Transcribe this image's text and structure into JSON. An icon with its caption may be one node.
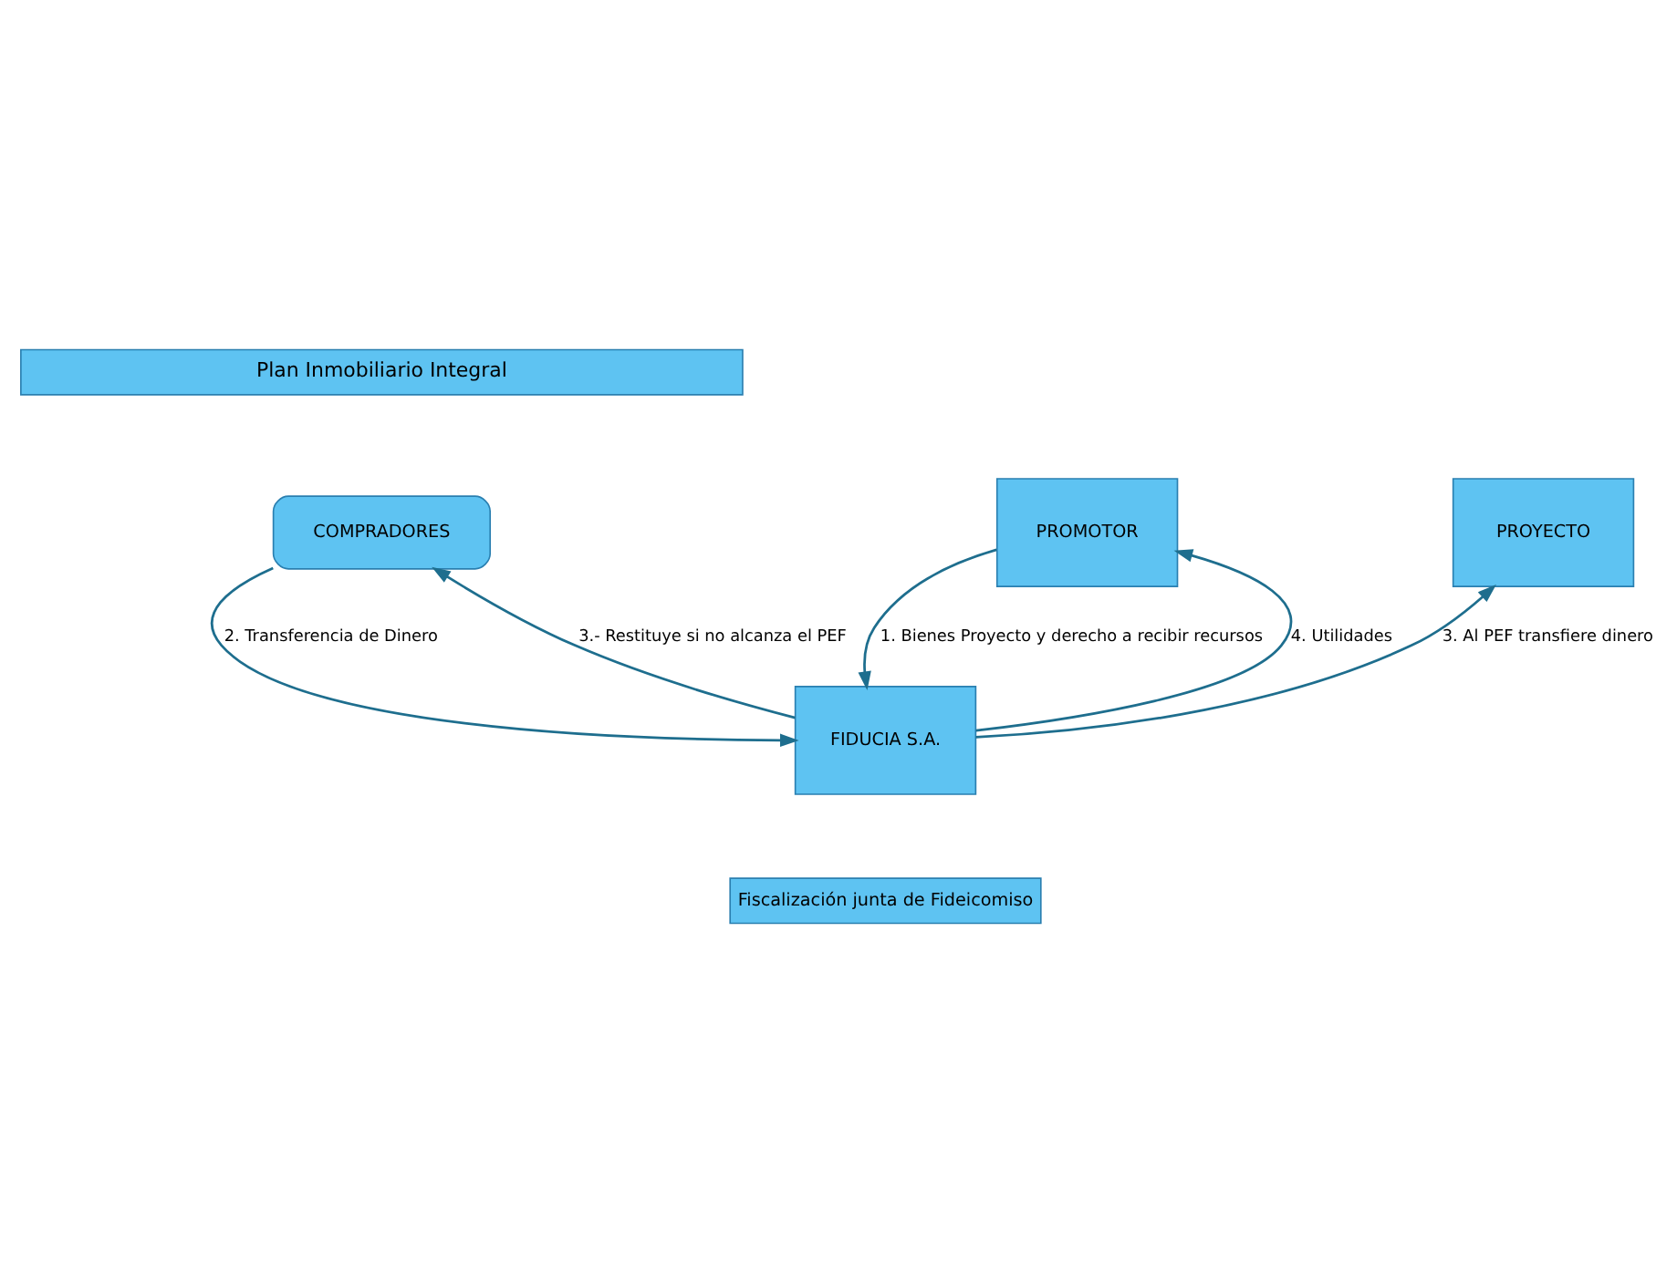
{
  "diagram": {
    "nodes": [
      {
        "text": [
          "Plan Inmobiliario Integral"
        ]
      },
      {
        "text": [
          "COMPRADORES"
        ]
      },
      {
        "text": [
          "PROMOTOR"
        ]
      },
      {
        "text": [
          "PROYECTO"
        ]
      },
      {
        "text": [
          "FIDUCIA S.A."
        ]
      },
      {
        "text": [
          "Fiscalización junta de Fideicomiso"
        ]
      }
    ],
    "edges": [
      {
        "from": 1,
        "to": 4,
        "arrow": "to",
        "label": "2. Transferencia de Dinero"
      },
      {
        "from": 4,
        "to": 1,
        "arrow": "to",
        "label": "3.- Restituye si no alcanza el PEF"
      },
      {
        "from": 2,
        "to": 4,
        "arrow": "to",
        "label": "1. Bienes Proyecto y derecho a recibir recursos"
      },
      {
        "from": 4,
        "to": 2,
        "arrow": "to",
        "label": "4. Utilidades"
      },
      {
        "from": 4,
        "to": 3,
        "arrow": "to",
        "label": "3. Al PEF transfiere dinero"
      }
    ]
  }
}
